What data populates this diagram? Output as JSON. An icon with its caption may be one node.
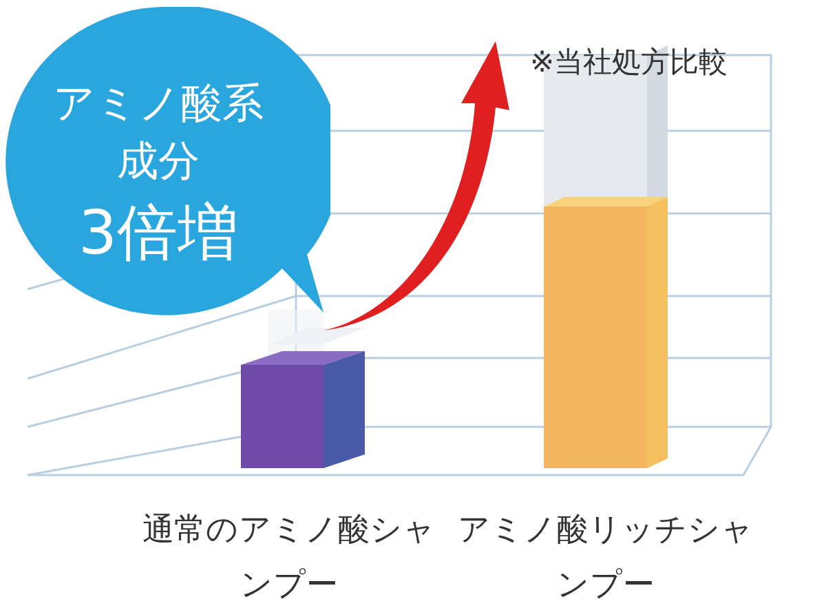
{
  "diagram": {
    "nodes": [
      {
        "text": [
          "アミノ酸系成分",
          "3倍増"
        ]
      }
    ],
    "labels": [
      "※当社処方比較",
      "通常のアミノ酸シャンプー",
      "アミノ酸リッチシャンプー"
    ]
  }
}
